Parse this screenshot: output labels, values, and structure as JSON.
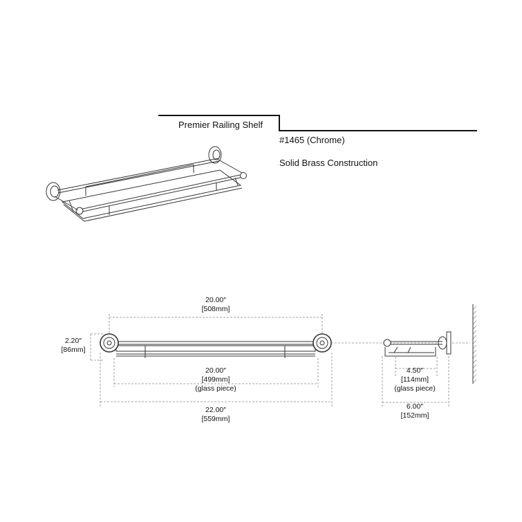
{
  "header": {
    "product_name": "Premier Railing Shelf",
    "model_number": "#1465 (Chrome)",
    "construction": "Solid Brass Construction"
  },
  "dimensions": {
    "mount_spacing": {
      "in": "20.00″",
      "mm": "[508mm]"
    },
    "height": {
      "in": "2.20″",
      "mm": "[86mm]"
    },
    "glass_length": {
      "in": "20.00″",
      "mm": "[499mm]",
      "note": "(glass piece)"
    },
    "overall_length": {
      "in": "22.00″",
      "mm": "[559mm]"
    },
    "glass_depth": {
      "in": "4.50″",
      "mm": "[114mm]",
      "note": "(glass piece)"
    },
    "overall_depth": {
      "in": "6.00″",
      "mm": "[152mm]"
    }
  },
  "colors": {
    "line": "#222222",
    "dim_line": "#888888"
  }
}
